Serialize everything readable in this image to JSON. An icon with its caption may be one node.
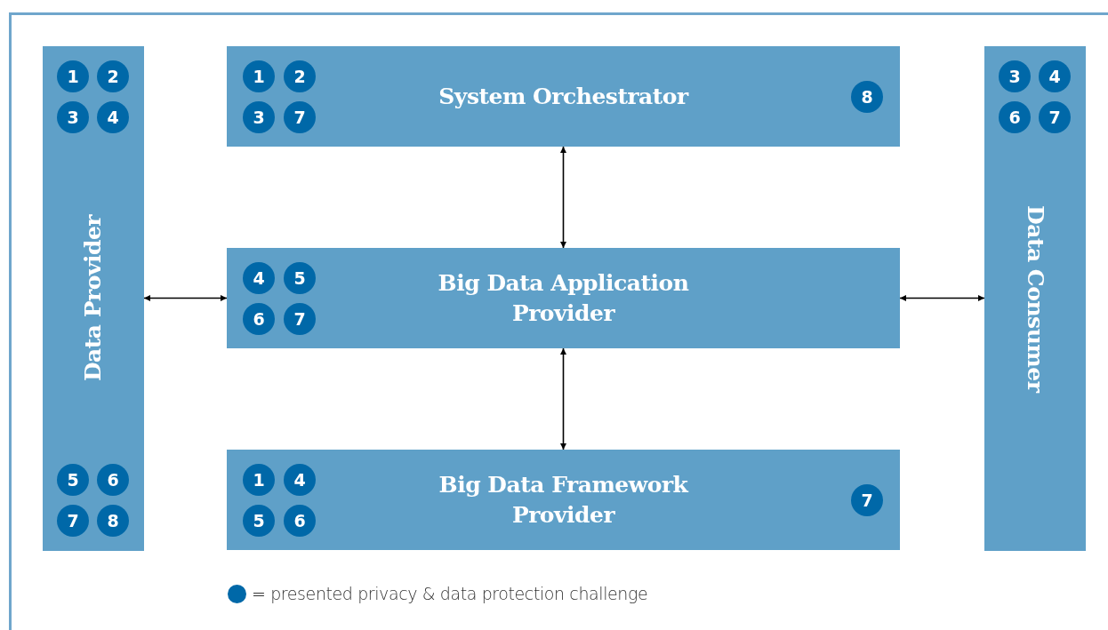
{
  "diagram": {
    "nodes": [
      {
        "text": [
          "Data Provider"
        ]
      },
      {
        "text": [
          "1"
        ],
        "in": 0
      },
      {
        "text": [
          "2"
        ],
        "in": 0
      },
      {
        "text": [
          "3"
        ],
        "in": 0
      },
      {
        "text": [
          "4"
        ],
        "in": 0
      },
      {
        "text": [
          "5"
        ],
        "in": 0
      },
      {
        "text": [
          "6"
        ],
        "in": 0
      },
      {
        "text": [
          "7"
        ],
        "in": 0
      },
      {
        "text": [
          "8"
        ],
        "in": 0
      },
      {
        "text": [
          "System Orchestrator"
        ]
      },
      {
        "text": [
          "1"
        ],
        "in": 9
      },
      {
        "text": [
          "2"
        ],
        "in": 9
      },
      {
        "text": [
          "3"
        ],
        "in": 9
      },
      {
        "text": [
          "7"
        ],
        "in": 9
      },
      {
        "text": [
          "8"
        ],
        "in": 9
      },
      {
        "text": [
          "Big Data Application Provider"
        ]
      },
      {
        "text": [
          "4"
        ],
        "in": 15
      },
      {
        "text": [
          "5"
        ],
        "in": 15
      },
      {
        "text": [
          "6"
        ],
        "in": 15
      },
      {
        "text": [
          "7"
        ],
        "in": 15
      },
      {
        "text": [
          "Big Data Framework Provider"
        ]
      },
      {
        "text": [
          "1"
        ],
        "in": 20
      },
      {
        "text": [
          "4"
        ],
        "in": 20
      },
      {
        "text": [
          "5"
        ],
        "in": 20
      },
      {
        "text": [
          "6"
        ],
        "in": 20
      },
      {
        "text": [
          "7"
        ],
        "in": 20
      },
      {
        "text": [
          "Data Consumer"
        ]
      },
      {
        "text": [
          "3"
        ],
        "in": 26
      },
      {
        "text": [
          "4"
        ],
        "in": 26
      },
      {
        "text": [
          "6"
        ],
        "in": 26
      },
      {
        "text": [
          "7"
        ],
        "in": 26
      }
    ],
    "edges": [
      {
        "from": 9,
        "to": 15,
        "arrow": "both"
      },
      {
        "from": 15,
        "to": 20,
        "arrow": "both"
      },
      {
        "from": 0,
        "to": 15,
        "arrow": "both"
      },
      {
        "from": 15,
        "to": 26,
        "arrow": "both"
      }
    ],
    "legend": [
      {
        "text": "= presented privacy & data protection challenge",
        "color": "#0068a8"
      }
    ]
  }
}
